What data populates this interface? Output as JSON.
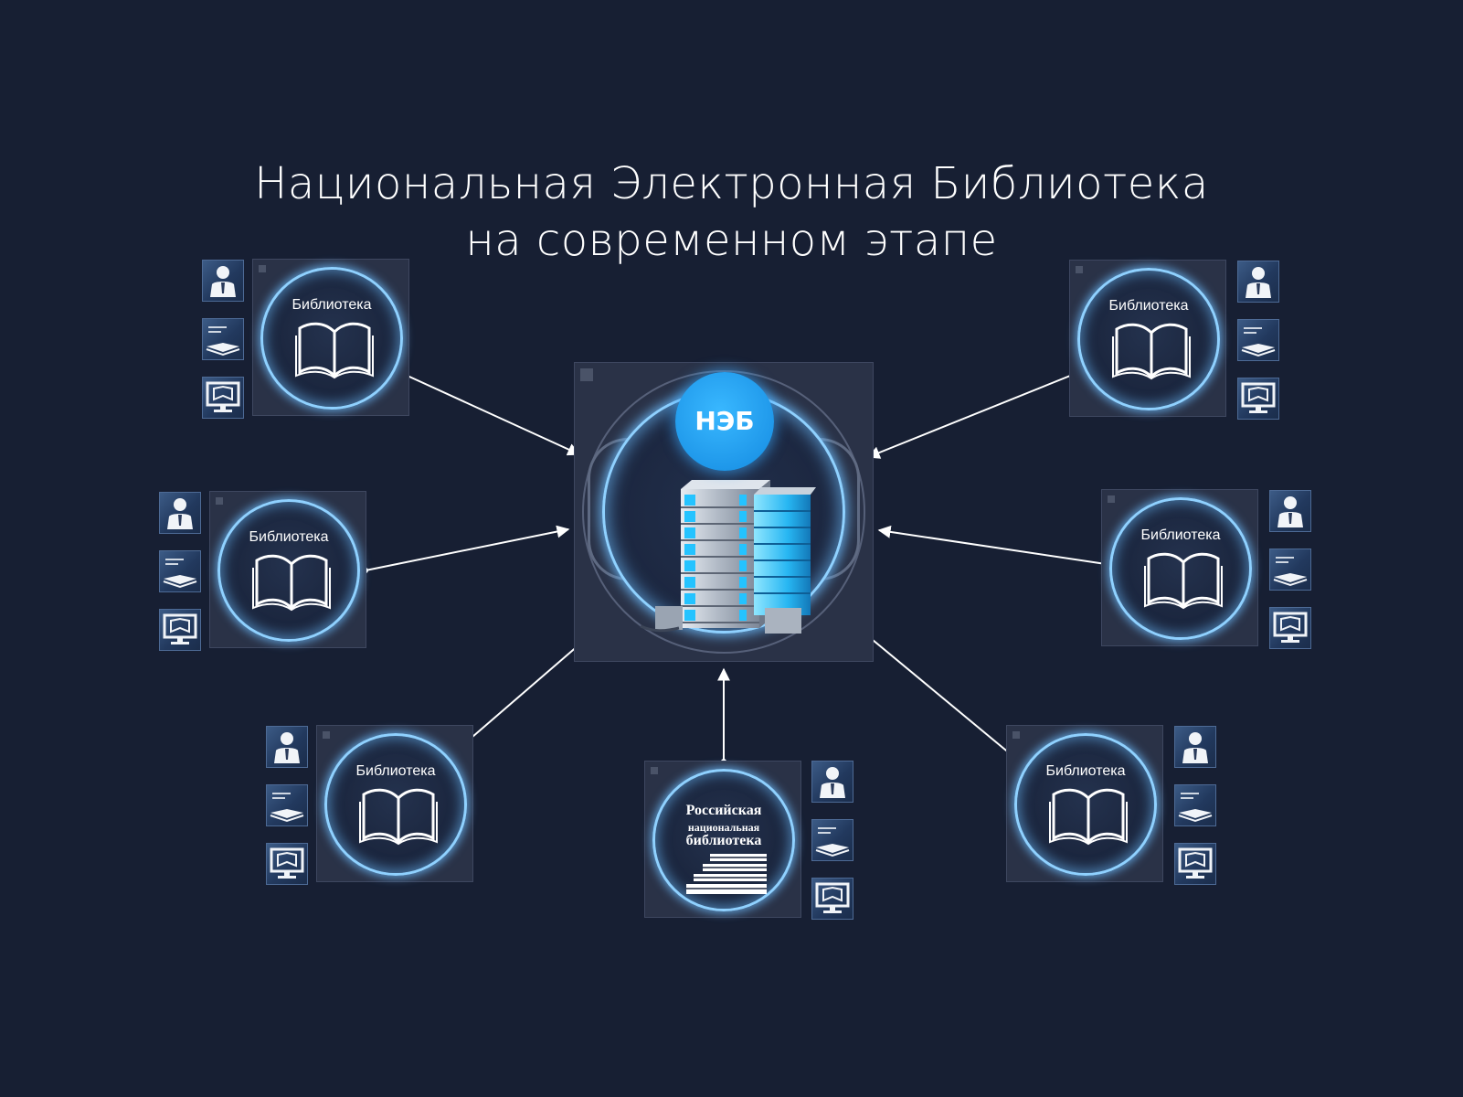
{
  "title": {
    "line1": "Национальная Электронная Библиотека",
    "line2": "на современном этапе"
  },
  "hub": {
    "badge": "НЭБ",
    "icon": "server-building-icon"
  },
  "nodes": [
    {
      "id": "top-left",
      "label": "Библиотека"
    },
    {
      "id": "mid-left",
      "label": "Библиотека"
    },
    {
      "id": "bottom-left",
      "label": "Библиотека"
    },
    {
      "id": "top-right",
      "label": "Библиотека"
    },
    {
      "id": "mid-right",
      "label": "Библиотека"
    },
    {
      "id": "bottom-right",
      "label": "Библиотека"
    }
  ],
  "rnb": {
    "line1": "Российская",
    "line2": "национальная",
    "line3": "библиотека"
  },
  "service_icons": [
    "user-icon",
    "reading-book-icon",
    "monitor-book-icon"
  ],
  "colors": {
    "background": "#171f33",
    "panel": "#2a3247",
    "glow": "#8fd1ff",
    "badge": "#1f98ea",
    "connector": "#ffffff"
  }
}
